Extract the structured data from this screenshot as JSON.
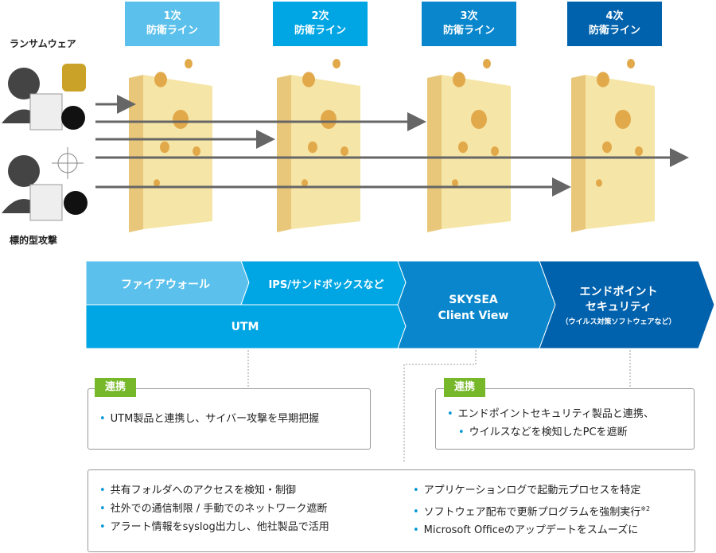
{
  "headers": [
    {
      "line1": "1次",
      "line2": "防衛ライン",
      "color": "#5bc0eb"
    },
    {
      "line1": "2次",
      "line2": "防衛ライン",
      "color": "#00a6e4"
    },
    {
      "line1": "3次",
      "line2": "防衛ライン",
      "color": "#0a87cc"
    },
    {
      "line1": "4次",
      "line2": "防衛ライン",
      "color": "#0062ad"
    }
  ],
  "threats": {
    "ransomware": "ランサムウェア",
    "targeted": "標的型攻撃"
  },
  "banner": {
    "firewall": "ファイアウォール",
    "ips": "IPS/サンドボックスなど",
    "utm": "UTM",
    "skysea_line1": "SKYSEA",
    "skysea_line2": "Client View",
    "endpoint_line1": "エンドポイント",
    "endpoint_line2": "セキュリティ",
    "endpoint_sub": "（ウイルス対策ソフトウェアなど）"
  },
  "left_box": {
    "tag": "連携",
    "items": [
      "UTM製品と連携し、サイバー攻撃を早期把握"
    ]
  },
  "right_box": {
    "tag": "連携",
    "line1": "エンドポイントセキュリティ製品と連携、",
    "line2": "ウイルスなどを検知したPCを遮断"
  },
  "bottom_box": {
    "left_items": [
      "共有フォルダへのアクセスを検知・制御",
      "社外での通信制限 / 手動でのネットワーク遮断",
      "アラート情報をsyslog出力し、他社製品で活用"
    ],
    "right_items": [
      "アプリケーションログで起動元プロセスを特定",
      "ソフトウェア配布で更新プログラムを強制実行",
      "Microsoft Officeのアップデートをスムーズに"
    ],
    "footnote": "※2"
  }
}
